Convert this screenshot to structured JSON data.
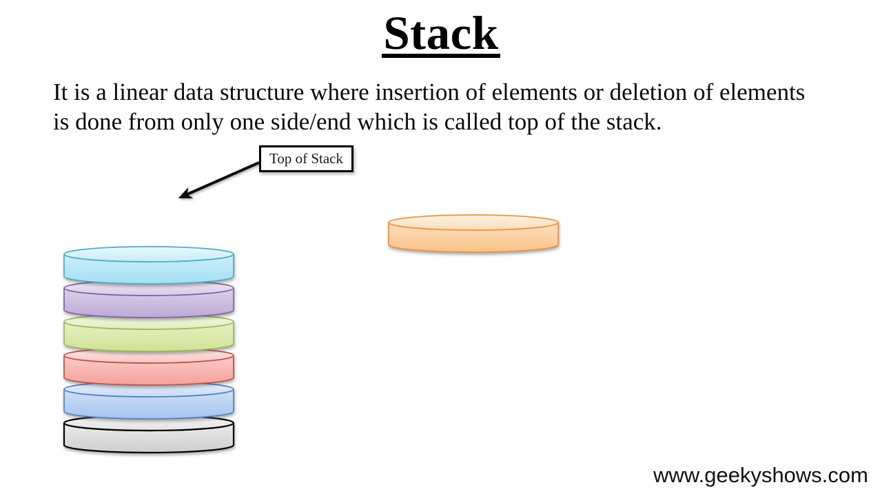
{
  "slide": {
    "title": "Stack",
    "description_lines": [
      "It is a linear data structure where insertion of elements or deletion of elements",
      "is done from only one side/end which is called top of the stack."
    ],
    "watermark": "www.geekyshows.com"
  },
  "callout": {
    "label": "Top of Stack"
  },
  "diagram": {
    "stack_disks": [
      {
        "name": "sky-blue",
        "border": "#4BACC6",
        "border_width": 1.7,
        "ellipse_top": "#EAF8FD",
        "ellipse_bottom": "#C6ECF8",
        "body_top": "#CBEEF9",
        "body_bottom": "#A4DFF3"
      },
      {
        "name": "lavender",
        "border": "#8064A2",
        "border_width": 1.7,
        "ellipse_top": "#EEE9F5",
        "ellipse_bottom": "#D6CBE7",
        "body_top": "#DBD1EA",
        "body_bottom": "#BCA8D6"
      },
      {
        "name": "green",
        "border": "#9BBB59",
        "border_width": 1.7,
        "ellipse_top": "#F3F8E4",
        "ellipse_bottom": "#E2EDBF",
        "body_top": "#E6F0C4",
        "body_bottom": "#D0E295"
      },
      {
        "name": "salmon",
        "border": "#C0504D",
        "border_width": 1.7,
        "ellipse_top": "#FCE8E7",
        "ellipse_bottom": "#F7C6C2",
        "body_top": "#F9CDC9",
        "body_bottom": "#F5A09A"
      },
      {
        "name": "blue",
        "border": "#4F81BD",
        "border_width": 1.7,
        "ellipse_top": "#EAF1FB",
        "ellipse_bottom": "#C9DAF4",
        "body_top": "#D0DFF6",
        "body_bottom": "#A6C4EF"
      },
      {
        "name": "gray",
        "border": "#000000",
        "border_width": 2.2,
        "ellipse_top": "#F5F5F5",
        "ellipse_bottom": "#E2E2E2",
        "body_top": "#EAEAEA",
        "body_bottom": "#CFCFCF"
      }
    ],
    "floating_disk": {
      "name": "orange",
      "border": "#EC9242",
      "border_width": 1.7,
      "ellipse_top": "#FEF3E3",
      "ellipse_bottom": "#FBDCB9",
      "body_top": "#FCE0C2",
      "body_bottom": "#F9C287"
    }
  }
}
